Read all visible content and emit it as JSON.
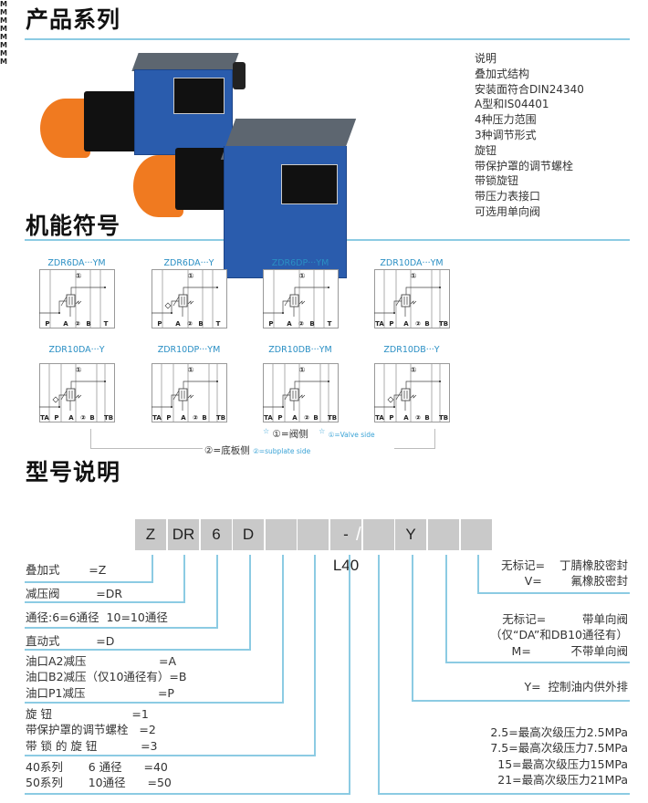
{
  "sections": {
    "products_title": "产品系列",
    "symbols_title": "机能符号",
    "model_title": "型号说明"
  },
  "description": [
    "说明",
    "叠加式结构",
    "安装面符合DIN24340",
    "A型和IS04401",
    "4种压力范围",
    "3种调节形式",
    "旋钮",
    "带保护罩的调节螺栓",
    "带锁旋钮",
    "带压力表接口",
    "可选用单向阀"
  ],
  "symbols": [
    {
      "label": "ZDR6DA···YM",
      "ports": [
        "P",
        "A",
        "②",
        "B",
        "T"
      ],
      "check": false
    },
    {
      "label": "ZDR6DA···Y",
      "ports": [
        "P",
        "A",
        "②",
        "B",
        "T"
      ],
      "check": true
    },
    {
      "label": "ZDR6DP···YM",
      "ports": [
        "P",
        "A",
        "②",
        "B",
        "T"
      ],
      "check": false
    },
    {
      "label": "ZDR10DA···YM",
      "ports": [
        "TA",
        "P",
        "A",
        "②",
        "B",
        "TB"
      ],
      "check": false
    },
    {
      "label": "ZDR10DA···Y",
      "ports": [
        "TA",
        "P",
        "A",
        "②",
        "B",
        "TB"
      ],
      "check": true
    },
    {
      "label": "ZDR10DP···YM",
      "ports": [
        "TA",
        "P",
        "A",
        "②",
        "B",
        "TB"
      ],
      "check": false
    },
    {
      "label": "ZDR10DB···YM",
      "ports": [
        "TA",
        "P",
        "A",
        "②",
        "B",
        "TB"
      ],
      "check": false
    },
    {
      "label": "ZDR10DB···Y",
      "ports": [
        "TA",
        "P",
        "A",
        "②",
        "B",
        "TB"
      ],
      "check": true
    }
  ],
  "symbol_common": {
    "m_label": "M",
    "valve_side_mark": "①"
  },
  "legend": {
    "star": "☆",
    "valve_side_cn": "①=阀侧",
    "valve_side_en": "①=Valve side",
    "subplate_cn": "②=底板侧",
    "subplate_en": "②=subplate side"
  },
  "model_code": [
    "Z",
    "DR",
    "6",
    "D",
    "",
    "",
    "-L40",
    "/",
    "Y",
    "",
    ""
  ],
  "left_items": [
    {
      "lines": [
        "叠加式        =Z"
      ]
    },
    {
      "lines": [
        "减压阀          =DR"
      ]
    },
    {
      "lines": [
        "通径:6=6通径  10=10通径"
      ]
    },
    {
      "lines": [
        "直动式          =D"
      ]
    },
    {
      "lines": [
        "油口A2减压                    =A",
        "油口B2减压（仅10通径有）=B",
        "油口P1减压                    =P"
      ]
    },
    {
      "lines": [
        "旋 钮                      =1",
        "带保护罩的调节螺栓   =2",
        "带 锁 的 旋 钮            =3"
      ]
    },
    {
      "lines": [
        "40系列       6 通径      =40",
        "50系列       10通径      =50"
      ]
    }
  ],
  "right_items": [
    {
      "lines": [
        "无标记=    丁腈橡胶密封",
        "V=        氟橡胶密封"
      ]
    },
    {
      "lines": [
        "无标记=          带单向阀",
        "（仅“DA”和DB10通径有）",
        "M=           不带单向阀"
      ]
    },
    {
      "lines": [
        "Y=  控制油内供外排"
      ]
    },
    {
      "lines": [
        "2.5=最高次级压力2.5MPa",
        "7.5=最高次级压力7.5MPa",
        "15=最高次级压力15MPa",
        "21=最高次级压力21MPa"
      ]
    }
  ],
  "colors": {
    "accent_line": "#8ccbe3",
    "label_blue": "#2a8fc4",
    "code_box": "#c9c9c9",
    "valve_blue": "#2a5cad",
    "cap_orange": "#f07a20"
  }
}
